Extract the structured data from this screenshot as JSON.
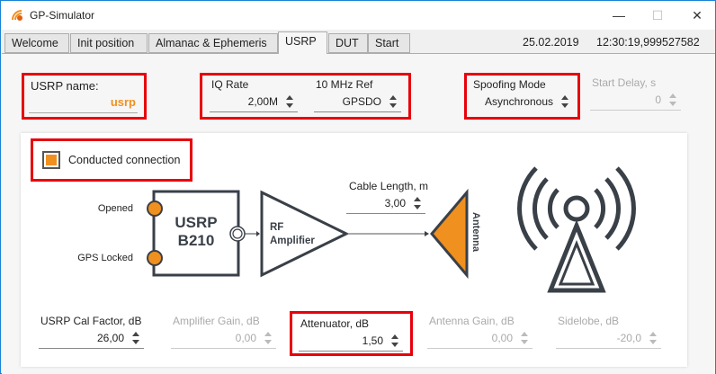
{
  "window": {
    "title": "GP-Simulator",
    "minimize": "—",
    "maximize": "☐",
    "close": "✕"
  },
  "tabs": [
    {
      "label": "Welcome"
    },
    {
      "label": "Init position"
    },
    {
      "label": "Almanac & Ephemeris"
    },
    {
      "label": "USRP",
      "active": true
    },
    {
      "label": "DUT"
    },
    {
      "label": "Start"
    }
  ],
  "header": {
    "date": "25.02.2019",
    "time": "12:30:19,999527582"
  },
  "usrp_name": {
    "label": "USRP name:",
    "value": "usrp"
  },
  "iq_rate": {
    "label": "IQ Rate",
    "value": "2,00M"
  },
  "ref": {
    "label": "10 MHz Ref",
    "value": "GPSDO"
  },
  "spoofing": {
    "label": "Spoofing Mode",
    "value": "Asynchronous"
  },
  "start_delay": {
    "label": "Start Delay, s",
    "value": "0"
  },
  "conducted": {
    "label": "Conducted connection",
    "checked": true
  },
  "diagram": {
    "opened": "Opened",
    "gps_locked": "GPS Locked",
    "usrp_line1": "USRP",
    "usrp_line2": "B210",
    "amp_line1": "RF",
    "amp_line2": "Amplifier",
    "antenna": "Antenna",
    "cable_label": "Cable Length, m",
    "cable_value": "3,00"
  },
  "bottom": [
    {
      "label": "USRP Cal Factor, dB",
      "value": "26,00",
      "enabled": true
    },
    {
      "label": "Amplifier Gain, dB",
      "value": "0,00",
      "enabled": false
    },
    {
      "label": "Attenuator, dB",
      "value": "1,50",
      "enabled": true
    },
    {
      "label": "Antenna Gain, dB",
      "value": "0,00",
      "enabled": false
    },
    {
      "label": "Sidelobe, dB",
      "value": "-20,0",
      "enabled": false
    }
  ],
  "colors": {
    "accent": "#f0901e",
    "highlight": "#e8000b",
    "dark": "#3a4048"
  }
}
